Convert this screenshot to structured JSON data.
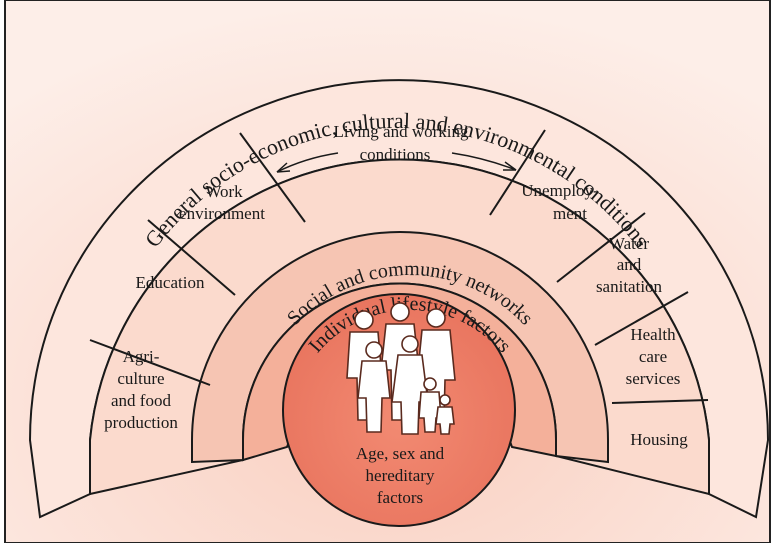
{
  "outer_ring": {
    "label": "General socio-economic, cultural and environmental conditions"
  },
  "sectors": {
    "living_working": {
      "line1": "Living and working",
      "line2": "conditions"
    },
    "work_environment": {
      "line1": "Work",
      "line2": "environment"
    },
    "education": {
      "line1": "Education"
    },
    "agriculture": {
      "line1": "Agri-",
      "line2": "culture",
      "line3": "and food",
      "line4": "production"
    },
    "unemployment": {
      "line1": "Unemploy-",
      "line2": "ment"
    },
    "water": {
      "line1": "Water",
      "line2": "and",
      "line3": "sanitation"
    },
    "health": {
      "line1": "Health",
      "line2": "care",
      "line3": "services"
    },
    "housing": {
      "line1": "Housing"
    }
  },
  "social_ring": {
    "label": "Social and community networks"
  },
  "lifestyle_ring": {
    "label": "Individual lifestyle factors"
  },
  "core": {
    "line1": "Age, sex and",
    "line2": "hereditary",
    "line3": "factors",
    "icon": "people-group-icon"
  },
  "colors": {
    "background": "#fbe3db",
    "outer_ring": "#fde9e2",
    "sector_band": "#fad7ca",
    "social_ring": "#f6c4b1",
    "lifestyle_ring": "#f3ab92",
    "core": "#e9745c",
    "stroke": "#1a1a1a"
  }
}
